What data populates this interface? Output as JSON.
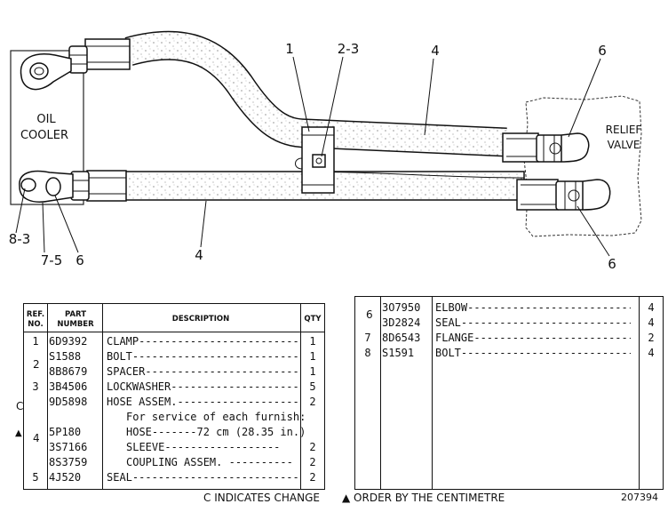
{
  "diagram": {
    "labels": {
      "oil_cooler_1": "OIL",
      "oil_cooler_2": "COOLER",
      "relief_valve_1": "RELIEF",
      "relief_valve_2": "VALVE",
      "callout_1": "1",
      "callout_2_3": "2-3",
      "callout_4_top": "4",
      "callout_6_top": "6",
      "callout_8_3": "8-3",
      "callout_7_5": "7-5",
      "callout_6_left": "6",
      "callout_4_bottom": "4",
      "callout_6_bottom": "6"
    }
  },
  "left_table": {
    "headers": {
      "ref_1": "REF.",
      "ref_2": "NO.",
      "part_1": "PART",
      "part_2": "NUMBER",
      "description": "DESCRIPTION",
      "qty": "QTY"
    },
    "rows": [
      {
        "ref": "1",
        "part": "6D9392",
        "desc": "CLAMP-------------------------",
        "qty": "1"
      },
      {
        "ref": "",
        "part": "S1588",
        "desc": "BOLT--------------------------",
        "qty": "1"
      },
      {
        "ref": "",
        "part": "8B8679",
        "desc": "SPACER------------------------",
        "qty": "1"
      },
      {
        "ref": "3",
        "part": "3B4506",
        "desc": "LOCKWASHER--------------------",
        "qty": "5"
      },
      {
        "ref": "",
        "part": "9D5898",
        "desc": "HOSE ASSEM.-------------------",
        "qty": "2"
      },
      {
        "ref": "",
        "part": "",
        "desc": "For service of each furnish:",
        "qty": ""
      },
      {
        "ref": "",
        "part": "5P180",
        "desc": "HOSE-------72 cm (28.35 in.)",
        "qty": ""
      },
      {
        "ref": "",
        "part": "3S7166",
        "desc": "SLEEVE------------------",
        "qty": "2"
      },
      {
        "ref": "",
        "part": "8S3759",
        "desc": "COUPLING ASSEM. ----------",
        "qty": "2"
      },
      {
        "ref": "5",
        "part": "4J520",
        "desc": "SEAL--------------------------",
        "qty": "2"
      }
    ],
    "bracket_ref_2": "2",
    "bracket_ref_4": "4",
    "change_mark": "C",
    "order_mark": "▲"
  },
  "right_table": {
    "rows": [
      {
        "ref": "",
        "part": "3O7950",
        "desc": "ELBOW-----------------------------",
        "qty": "4"
      },
      {
        "ref": "",
        "part": "3D2824",
        "desc": "SEAL------------------------------",
        "qty": "4"
      },
      {
        "ref": "7",
        "part": "8D6543",
        "desc": "FLANGE----------------------------",
        "qty": "2"
      },
      {
        "ref": "8",
        "part": "S1591",
        "desc": "BOLT------------------------------",
        "qty": "4"
      }
    ],
    "bracket_ref_6": "6"
  },
  "footer": {
    "change_note": "C INDICATES CHANGE",
    "order_note": "▲ ORDER BY THE CENTIMETRE",
    "figure_number": "207394"
  }
}
